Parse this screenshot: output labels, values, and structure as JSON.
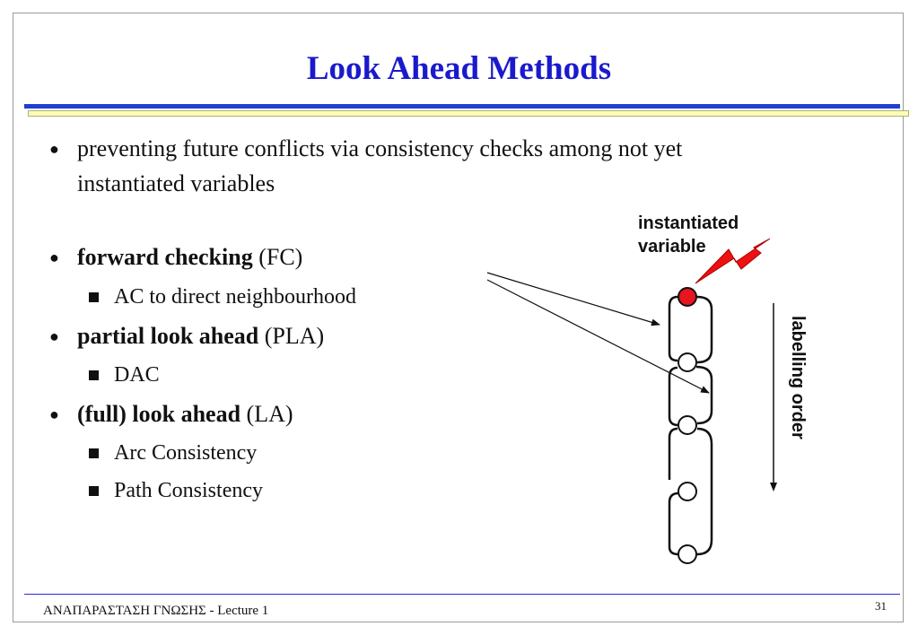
{
  "slide": {
    "title": "Look Ahead Methods",
    "bullets": [
      {
        "line1": "preventing future conflicts via consistency checks among not yet",
        "line2": "instantiated variables"
      },
      {
        "bold": "forward checking",
        "rest": " (FC)",
        "sub": [
          "AC to direct neighbourhood"
        ]
      },
      {
        "bold": "partial look ahead",
        "rest": " (PLA)",
        "sub": [
          "DAC"
        ]
      },
      {
        "bold": "(full) look ahead",
        "rest": " (LA)",
        "sub": [
          "Arc Consistency",
          "Path Consistency"
        ]
      }
    ],
    "diagram": {
      "instantiated_label_line1": "instantiated",
      "instantiated_label_line2": "variable",
      "order_label": "labelling order",
      "instantiated_color": "#e8141e",
      "lightning_color": "#ee1111"
    },
    "footer": {
      "left": "ΑΝΑΠΑΡΑΣΤΑΣΗ ΓΝΩΣΗΣ - Lecture 1",
      "page_number": "31"
    },
    "colors": {
      "title": "#1a1acc",
      "rule_blue": "#1f3fd0",
      "rule_yellow": "#fdfdb8"
    }
  }
}
